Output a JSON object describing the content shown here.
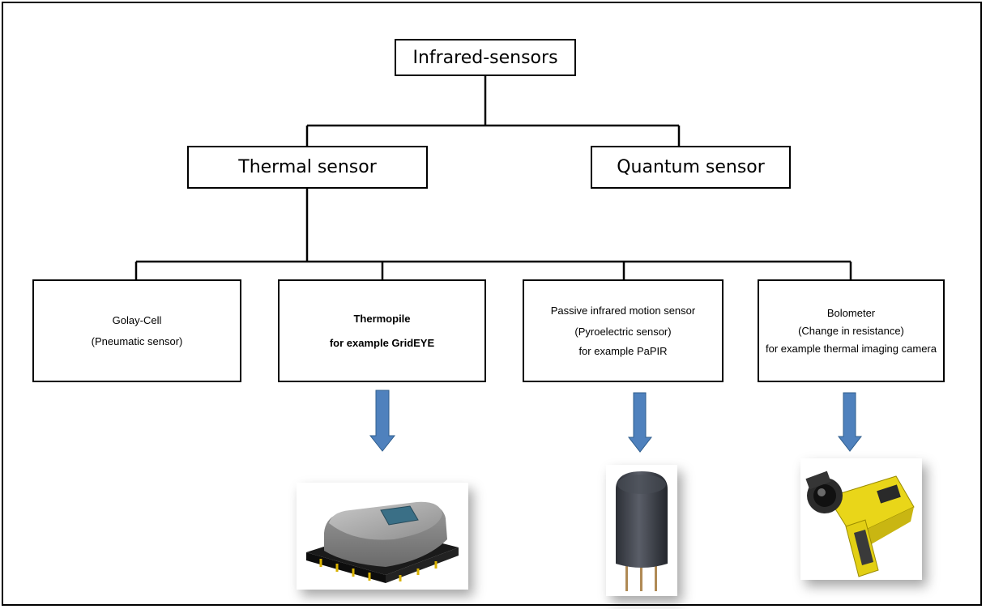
{
  "diagram": {
    "root": {
      "label": "Infrared-sensors"
    },
    "level1": [
      {
        "label": "Thermal sensor"
      },
      {
        "label": "Quantum sensor"
      }
    ],
    "level2": [
      {
        "lines": [
          "Golay-Cell",
          "(Pneumatic sensor)"
        ]
      },
      {
        "lines": [
          "Thermopile",
          "for example GridEYE"
        ]
      },
      {
        "lines": [
          "Passive infrared motion sensor",
          "(Pyroelectric sensor)",
          "for example PaPIR"
        ]
      },
      {
        "lines": [
          "Bolometer",
          "(Change in resistance)",
          "for example thermal imaging camera"
        ]
      }
    ]
  },
  "colors": {
    "arrow": "#4f81bd",
    "line": "#000000",
    "camera": "#e9d619"
  },
  "icons": [
    "down-arrow-icon",
    "thermopile-sensor-image",
    "pir-sensor-image",
    "thermal-camera-image"
  ]
}
